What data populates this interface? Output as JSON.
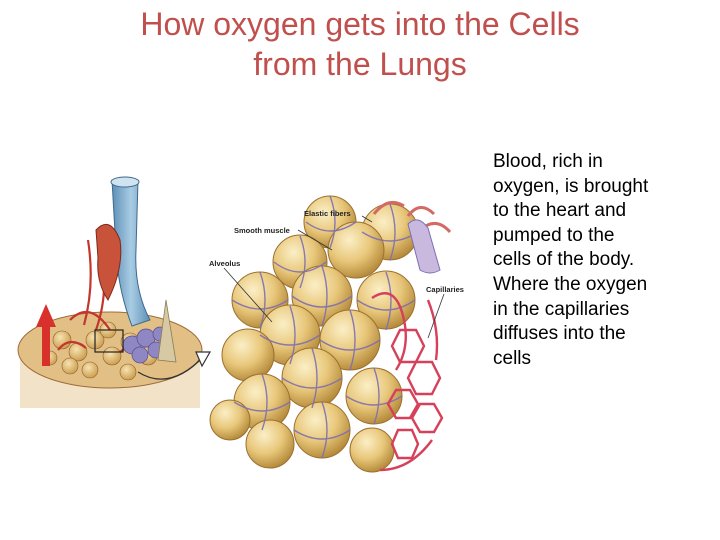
{
  "slide": {
    "title_line1": "How oxygen gets into the Cells",
    "title_line2": "from the Lungs",
    "body_lines": [
      "Blood, rich in",
      "oxygen, is brought",
      "to the heart and",
      "pumped to the",
      "cells of the body.",
      "Where the oxygen",
      "in the capillaries",
      "diffuses into the",
      "cells"
    ]
  },
  "figure": {
    "labels": {
      "elastic_fibers": "Elastic fibers",
      "smooth_muscle": "Smooth muscle",
      "alveolus": "Alveolus",
      "capillaries": "Capillaries"
    }
  },
  "colors": {
    "title": "#c0504d",
    "text": "#000000",
    "alveolus_fill": "#e8c77a",
    "capillary": "#d6405a",
    "elastic_fiber": "#7d6fb3",
    "bronchiole": "#7fa9c9"
  }
}
